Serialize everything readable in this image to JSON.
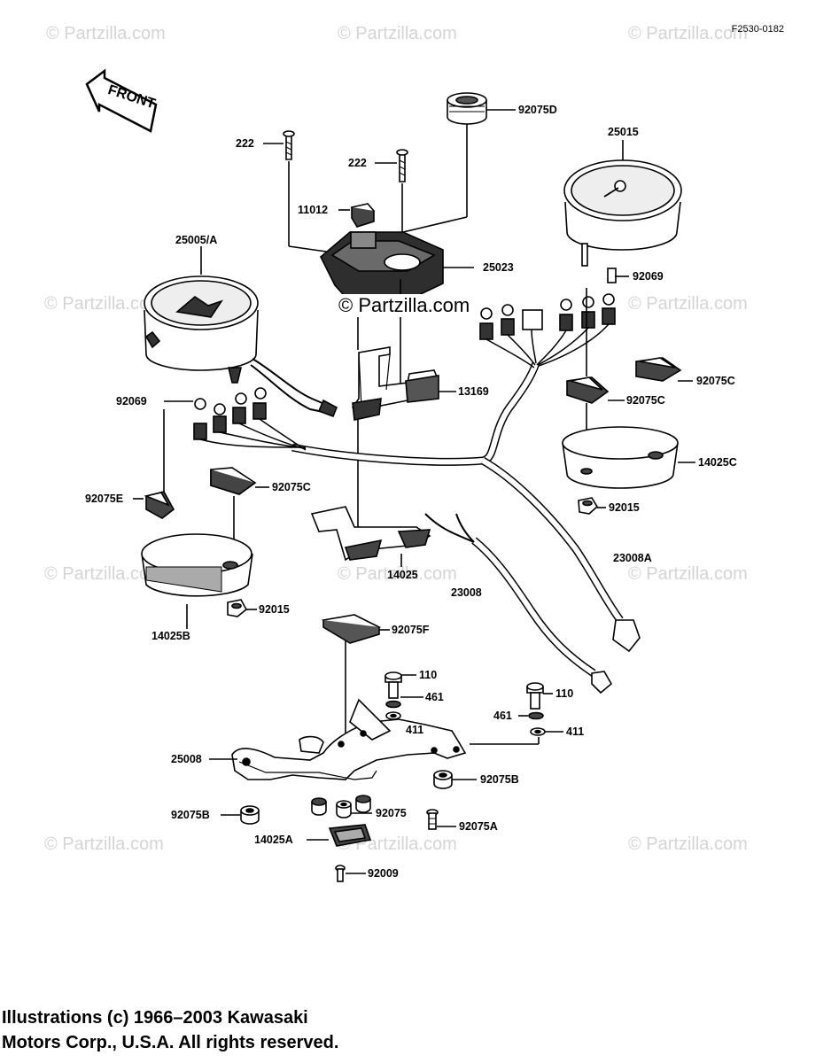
{
  "figure_code": "F2530-0182",
  "front_arrow_text": "FRONT",
  "watermark": "© Partzilla.com",
  "center_watermark": "© Partzilla.com",
  "copyright": [
    "Illustrations (c) 1966–2003 Kawasaki",
    "Motors Corp., U.S.A.  All rights reserved."
  ],
  "parts": [
    "92075D",
    "222",
    "222",
    "11012",
    "25015",
    "25005/A",
    "25023",
    "92069",
    "92069",
    "13169",
    "92075C",
    "92075C",
    "92075E",
    "92075C",
    "14025C",
    "92015",
    "14025",
    "23008A",
    "23008",
    "92015",
    "14025B",
    "92075F",
    "110",
    "461",
    "110",
    "461",
    "411",
    "411",
    "25008",
    "92075B",
    "92075B",
    "92075",
    "92075A",
    "14025A",
    "92009"
  ]
}
